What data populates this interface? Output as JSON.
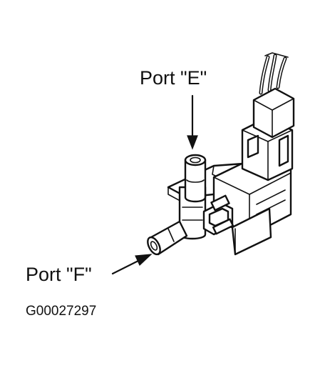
{
  "labels": {
    "port_e": "Port \"E\"",
    "port_f": "Port \"F\""
  },
  "figure_id": "G00027297",
  "colors": {
    "ink": "#111111",
    "background": "#ffffff"
  },
  "component_icon": "vacuum-solenoid-valve-icon"
}
